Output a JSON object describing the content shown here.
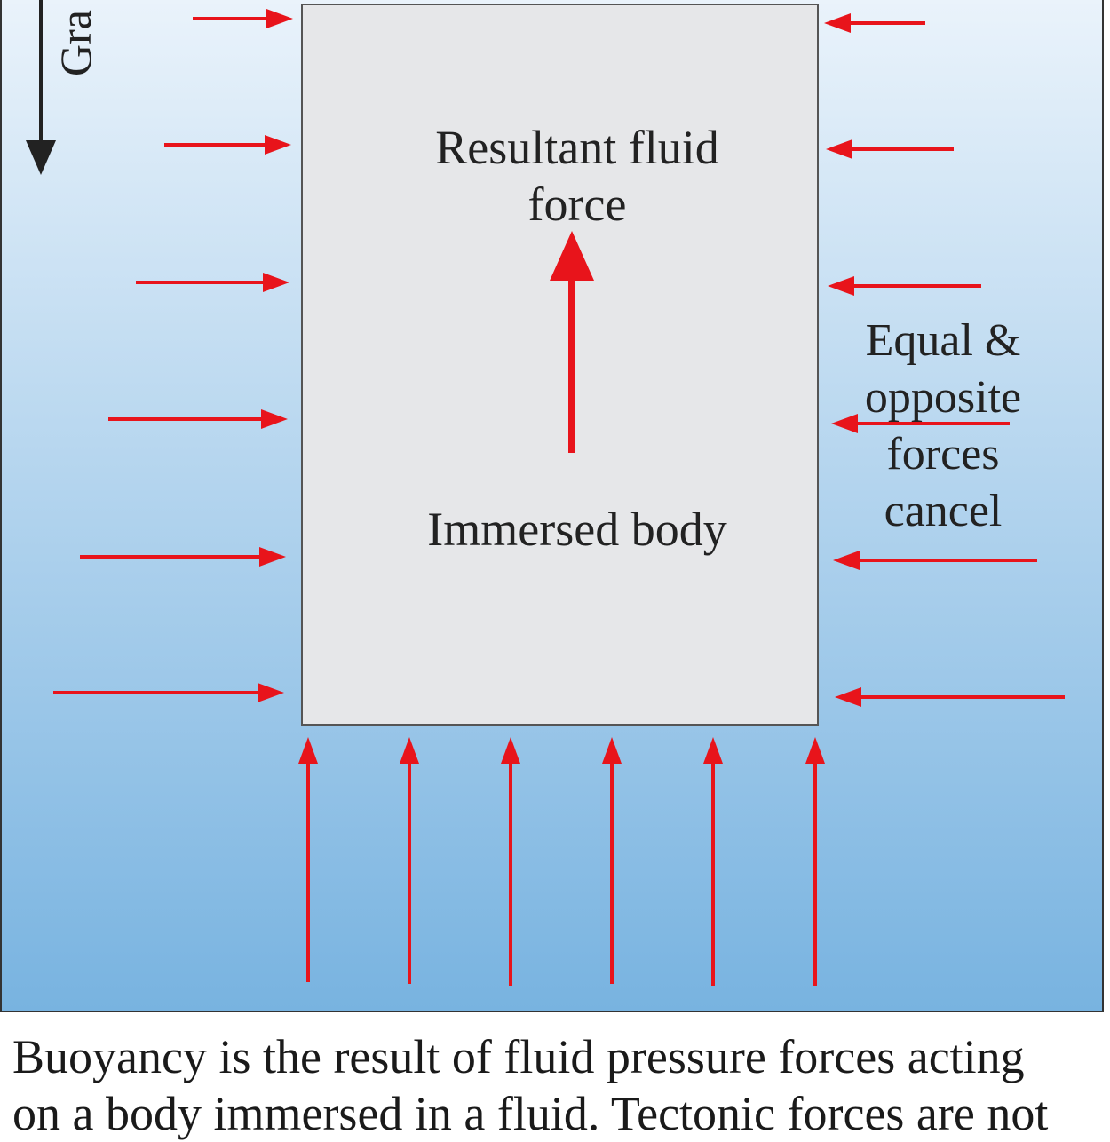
{
  "colors": {
    "fluid_top": "#eaf3fb",
    "fluid_bottom": "#78b3e0",
    "body_fill": "#e6e7e9",
    "arrow": "#e8141b",
    "gravity_arrow": "#222222"
  },
  "labels": {
    "gravity": "Gra",
    "resultant_line1": "Resultant fluid",
    "resultant_line2": "force",
    "immersed_body": "Immersed body",
    "equal_line1": "Equal &",
    "equal_line2": "opposite",
    "equal_line3": "forces",
    "equal_line4": "cancel"
  },
  "caption": {
    "line1": "Buoyancy is the result of fluid pressure forces acting",
    "line2": "on a body immersed in a fluid. Tectonic forces are not"
  }
}
